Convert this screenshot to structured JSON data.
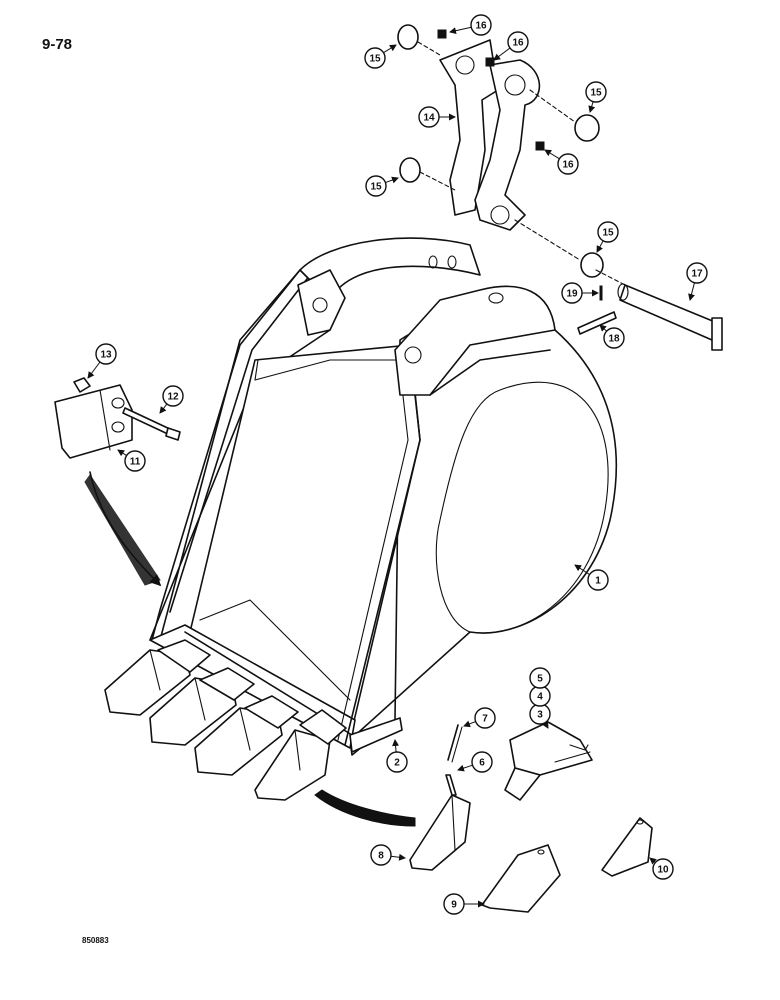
{
  "page_number": "9-78",
  "drawing_number": "850883",
  "callouts": [
    {
      "id": "c1",
      "label": "1"
    },
    {
      "id": "c2",
      "label": "2"
    },
    {
      "id": "c3",
      "label": "3"
    },
    {
      "id": "c4",
      "label": "4"
    },
    {
      "id": "c5",
      "label": "5"
    },
    {
      "id": "c6",
      "label": "6"
    },
    {
      "id": "c7",
      "label": "7"
    },
    {
      "id": "c8",
      "label": "8"
    },
    {
      "id": "c9",
      "label": "9"
    },
    {
      "id": "c10",
      "label": "10"
    },
    {
      "id": "c11",
      "label": "11"
    },
    {
      "id": "c12",
      "label": "12"
    },
    {
      "id": "c13",
      "label": "13"
    },
    {
      "id": "c14",
      "label": "14"
    },
    {
      "id": "c15a",
      "label": "15"
    },
    {
      "id": "c15b",
      "label": "15"
    },
    {
      "id": "c15c",
      "label": "15"
    },
    {
      "id": "c15d",
      "label": "15"
    },
    {
      "id": "c16a",
      "label": "16"
    },
    {
      "id": "c16b",
      "label": "16"
    },
    {
      "id": "c16c",
      "label": "16"
    },
    {
      "id": "c17",
      "label": "17"
    },
    {
      "id": "c18",
      "label": "18"
    },
    {
      "id": "c19",
      "label": "19"
    }
  ]
}
